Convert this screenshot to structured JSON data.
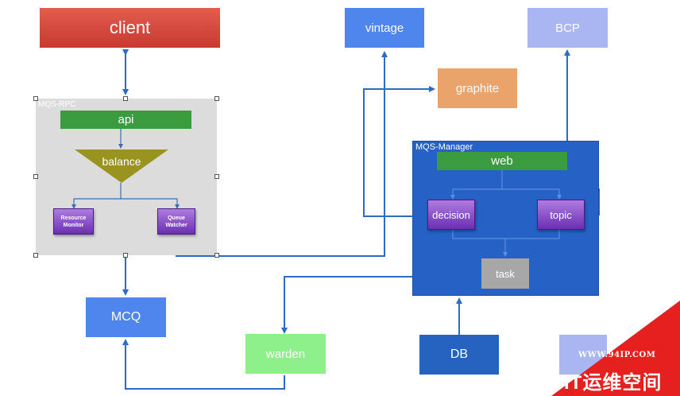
{
  "nodes": {
    "client": "client",
    "vintage": "vintage",
    "bcp": "BCP",
    "graphite": "graphite",
    "mqs_rpc": "MQS-RPC",
    "api": "api",
    "balance": "balance",
    "resource_monitor": "Resource Monitor",
    "queue_watcher": "Queue Watcher",
    "mqs_manager": "MQS-Manager",
    "web": "web",
    "decision": "decision",
    "topic": "topic",
    "task": "task",
    "mcq": "MCQ",
    "warden": "warden",
    "db": "DB"
  },
  "watermark": {
    "url": "WWW.94IP.COM",
    "title": "IT运维空间"
  },
  "colors": {
    "client_red": "#d9453b",
    "blue": "#4f86ee",
    "light_blue": "#a9b6f1",
    "orange": "#eaa46b",
    "green": "#3a9b3f",
    "olive": "#999420",
    "purple": "#8a4fd0",
    "manager_blue": "#2661c6",
    "gray": "#a7a7a7",
    "light_green": "#8ef08a",
    "db_blue": "#2663c0",
    "arrow": "#2d6bc7",
    "watermark_red": "#e6201f"
  }
}
